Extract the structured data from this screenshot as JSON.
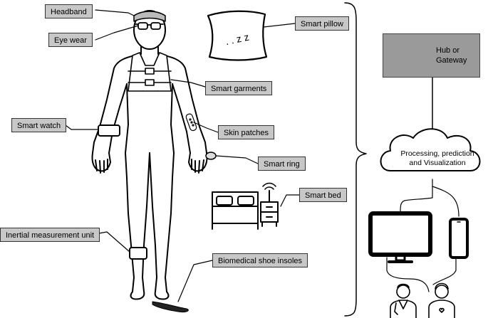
{
  "labels": {
    "headband": "Headband",
    "eye_wear": "Eye wear",
    "smart_pillow": "Smart pillow",
    "smart_garments": "Smart garments",
    "smart_watch": "Smart watch",
    "skin_patches": "Skin patches",
    "smart_ring": "Smart ring",
    "smart_bed": "Smart bed",
    "imu": "Inertial measurement unit",
    "shoe_insoles": "Biomedical shoe insoles"
  },
  "hub": {
    "line1": "Hub or",
    "line2": "Gateway"
  },
  "cloud": {
    "line1": "Processing, prediction",
    "line2": "and  Visualization"
  },
  "pillow_text": ". . z z"
}
